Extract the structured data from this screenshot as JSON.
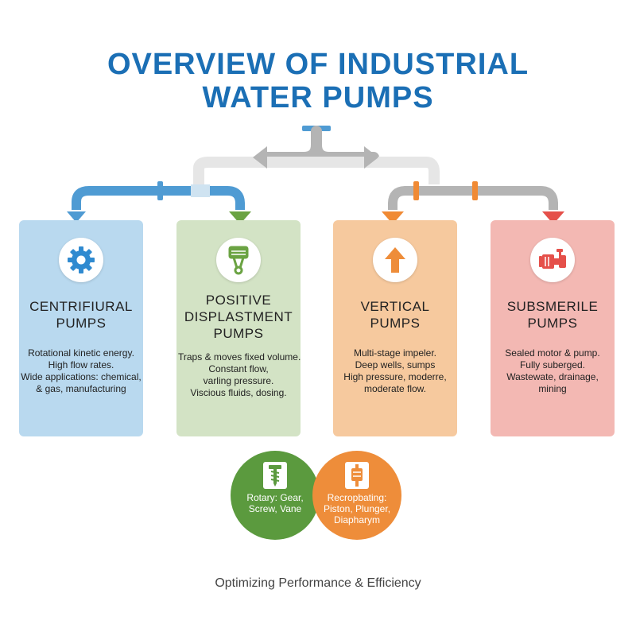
{
  "title": {
    "line1": "OVERVIEW OF INDUSTRIAL",
    "line2": "WATER PUMPS"
  },
  "colors": {
    "title": "#1b6fb5",
    "blue": "#4f9bd3",
    "green": "#6ba343",
    "orange": "#f08a34",
    "red": "#e5504a",
    "pipe_gray": "#b4b4b4"
  },
  "cards": [
    {
      "icon": "gear-icon",
      "heading": [
        "CENTRIFIURAL",
        "PUMPS"
      ],
      "lines": [
        "Rotational kinetic energy.",
        "High flow rates.",
        "Wide applications: chemical,",
        "& gas, manufacturing"
      ]
    },
    {
      "icon": "piston-icon",
      "heading": [
        "POSITIVE",
        "DISPLASTMENT",
        "PUMPS"
      ],
      "lines": [
        "Traps & moves fixed volume.",
        "Constant flow,",
        "varling pressure.",
        "Viscious fluids, dosing."
      ]
    },
    {
      "icon": "up-arrow-icon",
      "heading": [
        "VERTICAL",
        "PUMPS"
      ],
      "lines": [
        "Multi-stage impeler.",
        "Deep wells, sumps",
        "High pressure, moderre,",
        "moderate flow."
      ]
    },
    {
      "icon": "motor-pump-icon",
      "heading": [
        "SUBSMERILE",
        "PUMPS"
      ],
      "lines": [
        "Sealed motor & pump.",
        "Fully suberged.",
        "Wastewate, drainage,",
        "mining"
      ]
    }
  ],
  "subtypes": [
    {
      "icon": "screw-icon",
      "lines": [
        "Rotary: Gear,",
        "Screw, Vane"
      ]
    },
    {
      "icon": "piston-icon",
      "lines": [
        "Recropbating:",
        "Piston, Plunger,",
        "Diapharym"
      ]
    }
  ],
  "footer": "Optimizing Performance & Efficiency"
}
